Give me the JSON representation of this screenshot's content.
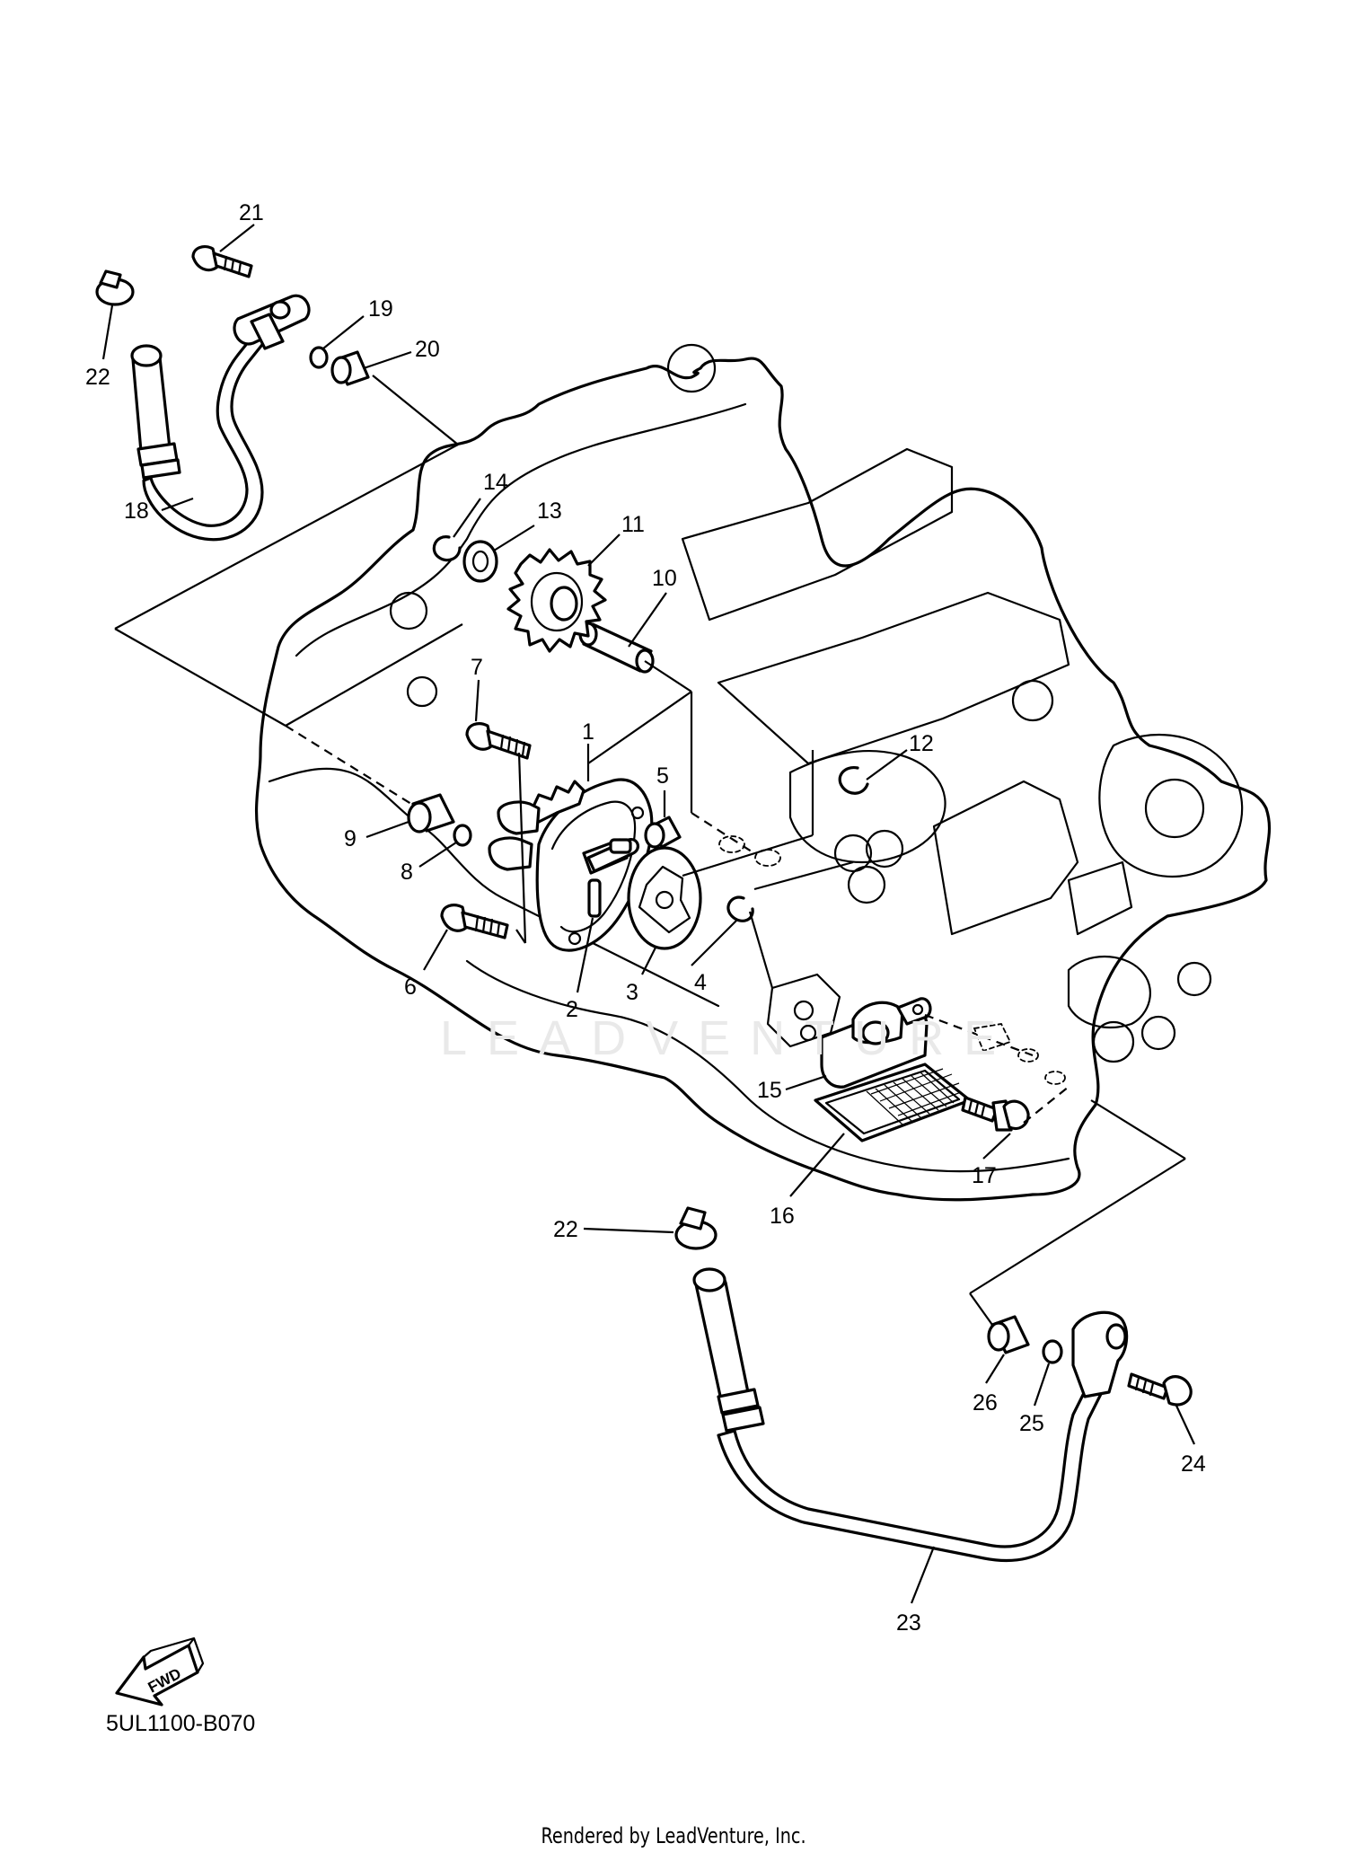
{
  "diagram": {
    "code": "5UL1100-B070",
    "credit": "Rendered by LeadVenture, Inc.",
    "watermark": "LEADVENTURE",
    "fwd_label": "FWD",
    "callouts": [
      "1",
      "2",
      "3",
      "4",
      "5",
      "6",
      "7",
      "8",
      "9",
      "10",
      "11",
      "12",
      "13",
      "14",
      "15",
      "16",
      "17",
      "18",
      "19",
      "20",
      "21",
      "22",
      "22",
      "23",
      "24",
      "25",
      "26"
    ]
  }
}
